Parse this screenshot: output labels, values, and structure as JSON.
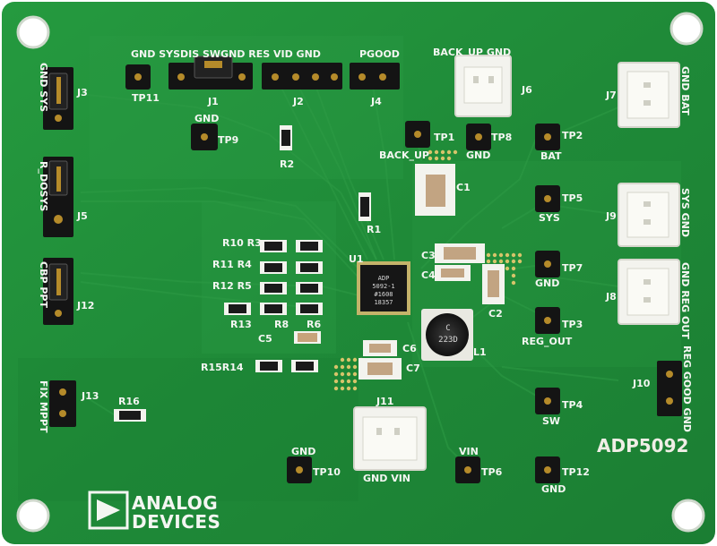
{
  "board": {
    "part_number": "ADP5092",
    "logo": {
      "line1": "ANALOG",
      "line2": "DEVICES"
    },
    "chip": {
      "line1": "ADP",
      "line2": "5092-1",
      "line3": "#1608",
      "line4": "18357"
    },
    "inductor": {
      "line1": "C",
      "line2": "223D"
    }
  },
  "silk": {
    "j1_header": "GND SYSDIS SWGND RES VID GND",
    "pgood": "PGOOD",
    "gnd_top": "GND",
    "j1": "J1",
    "j2": "J2",
    "j3": "J3",
    "j4": "J4",
    "j5": "J5",
    "j6": "J6",
    "j7": "J7",
    "j8": "J8",
    "j9": "J9",
    "j10": "J10",
    "j11": "J11",
    "j12": "J12",
    "j13": "J13",
    "tp11": "TP11",
    "tp9_gnd": "GND",
    "tp9": "TP9",
    "r2": "R2",
    "r1": "R1",
    "r16": "R16",
    "back_up_gnd": "BACK_UP  GND",
    "tp1": "TP1",
    "back_up": "BACK_UP",
    "tp8": "TP8",
    "tp8_gnd": "GND",
    "tp2": "TP2",
    "bat": "BAT",
    "c1": "C1",
    "j7_label": "GND BAT",
    "tp5": "TP5",
    "sys": "SYS",
    "j9_label": "SYS GND",
    "j3_label": "GND  SYS",
    "j5_label": "R_DOSYS",
    "j12_label": "CBP  PPT",
    "j13_label": "FIX MPPT",
    "r10r3": "R10 R3",
    "r11r4": "R11 R4",
    "r12r5": "R12 R5",
    "r13": "R13",
    "r8": "R8",
    "r6": "R6",
    "c5": "C5",
    "r15r14": "R15R14",
    "u1": "U1",
    "c3": "C3",
    "c4": "C4",
    "c2": "C2",
    "tp7": "TP7",
    "tp7_gnd": "GND",
    "j8_label": "GND REG OUT",
    "tp3": "TP3",
    "reg_out": "REG_OUT",
    "c6": "C6",
    "c7": "C7",
    "l1": "L1",
    "j10_label": "REG GOOD GND",
    "tp4": "TP4",
    "sw": "SW",
    "j11_label": "GND  VIN",
    "tp10": "TP10",
    "tp10_gnd": "GND",
    "tp6": "TP6",
    "vin": "VIN",
    "tp12": "TP12",
    "tp12_gnd": "GND"
  },
  "colors": {
    "pcb": "#1f8a38",
    "silkscreen": "#f4f6f2",
    "connector": "#f3f3ee",
    "header": "#141414"
  }
}
